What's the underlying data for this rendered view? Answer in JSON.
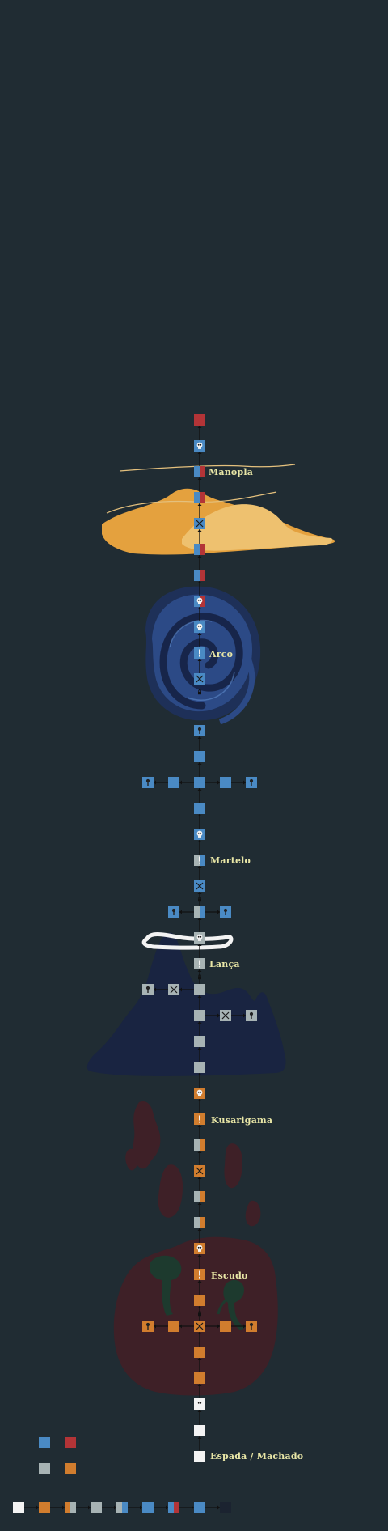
{
  "colors": {
    "background": "#202c33",
    "blue": "#4a8ac4",
    "red": "#b33437",
    "grey": "#a7b3b4",
    "orange": "#d17d2e",
    "white": "#f3f3f3",
    "dark": "#1b2330",
    "label": "#e8e6a6",
    "arrow": "#111111"
  },
  "labels": {
    "manopla": "Manopla",
    "arco": "Arco",
    "martelo": "Martelo",
    "lanca": "Lança",
    "kusarigama": "Kusarigama",
    "escudo": "Escudo",
    "espada": "Espada / Machado"
  },
  "legend": {
    "swatches": [
      "blue",
      "red",
      "grey",
      "orange"
    ]
  },
  "progression_bar": [
    "white",
    "orange",
    "orange-grey",
    "grey",
    "grey-blue",
    "blue",
    "blue-red",
    "blue",
    "dark"
  ],
  "icon_names": [
    "skull-icon",
    "exclamation-icon",
    "cross-icon",
    "key-icon",
    "lock-icon"
  ]
}
